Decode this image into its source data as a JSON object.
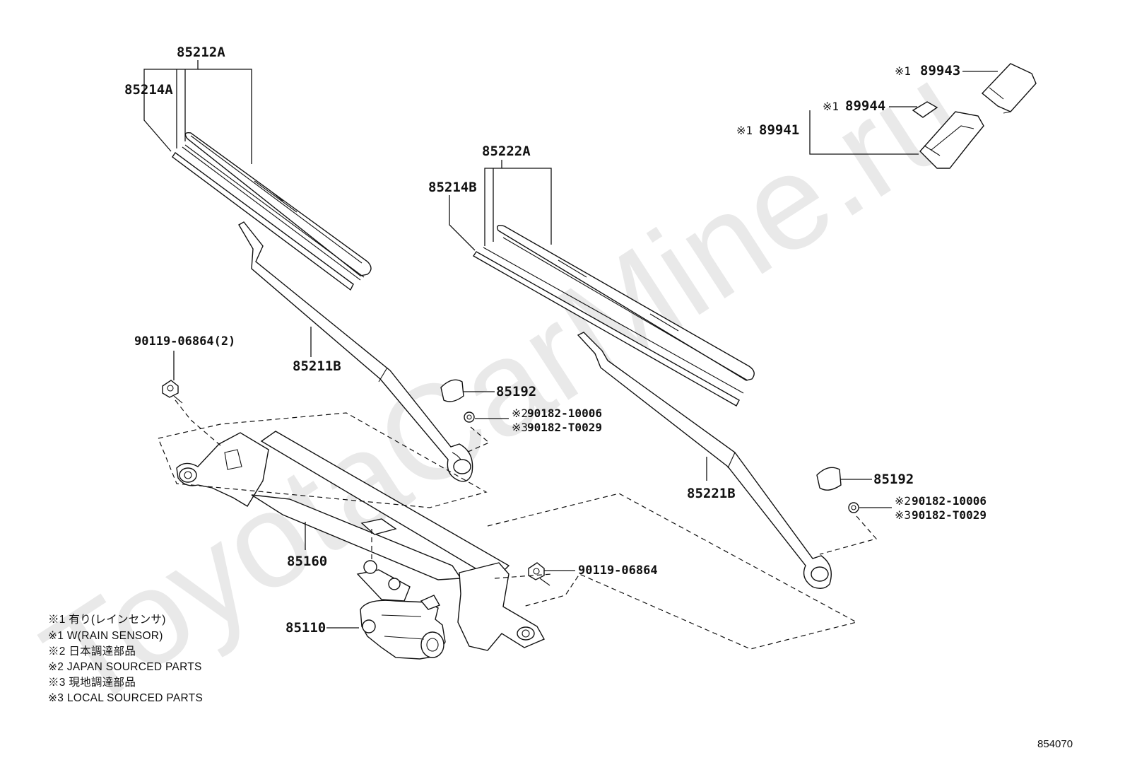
{
  "watermark": "ToyotaCarMine.ru",
  "labels": {
    "p85212A": "85212A",
    "p85214A": "85214A",
    "p85222A": "85222A",
    "p85214B": "85214B",
    "p85211B": "85211B",
    "p85221B": "85221B",
    "p85192_left": "85192",
    "p85192_right": "85192",
    "p85160": "85160",
    "p85110": "85110",
    "bolt_top": "90119-06864(2)",
    "bolt_right": "90119-06864",
    "nut_left_1": "90182-10006",
    "nut_left_2": "90182-T0029",
    "nut_right_1": "90182-10006",
    "nut_right_2": "90182-T0029",
    "p89943": "89943",
    "p89944": "89944",
    "p89941": "89941"
  },
  "marks": {
    "m1": "※1",
    "m2": "※2",
    "m3": "※3"
  },
  "notes": [
    "※1 有り(レインセンサ)",
    "※1 W(RAIN SENSOR)",
    "※2 日本調達部品",
    "※2 JAPAN SOURCED PARTS",
    "※3 現地調達部品",
    "※3 LOCAL SOURCED PARTS"
  ],
  "figure_ref": "854070"
}
